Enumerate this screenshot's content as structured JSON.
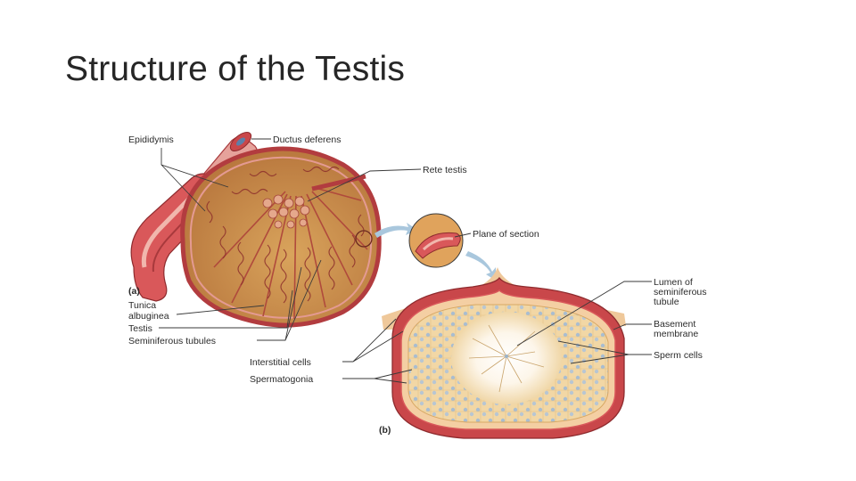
{
  "slide": {
    "title": "Structure of the Testis"
  },
  "figure": {
    "panel_a": {
      "panel_label": "(a)",
      "labels": {
        "epididymis": "Epididymis",
        "ductus_deferens": "Ductus deferens",
        "rete_testis": "Rete testis",
        "plane_of_section": "Plane of section",
        "tunica_line1": "Tunica",
        "tunica_line2": "albuginea",
        "testis": "Testis",
        "seminiferous_tubules": "Seminiferous tubules"
      }
    },
    "panel_b": {
      "panel_label": "(b)",
      "labels": {
        "lumen_line1": "Lumen of",
        "lumen_line2": "seminiferous",
        "lumen_line3": "tubule",
        "basement_line1": "Basement",
        "basement_line2": "membrane",
        "sperm_cells": "Sperm cells",
        "interstitial_cells": "Interstitial cells",
        "spermatogonia": "Spermatogonia"
      }
    },
    "colors": {
      "tissue_red": "#c9474a",
      "tissue_pink": "#e9a3a0",
      "tubule_gold": "#d9a55a",
      "cell_cream": "#f3dcae",
      "nucleus_blue": "#9bb3c9"
    }
  }
}
